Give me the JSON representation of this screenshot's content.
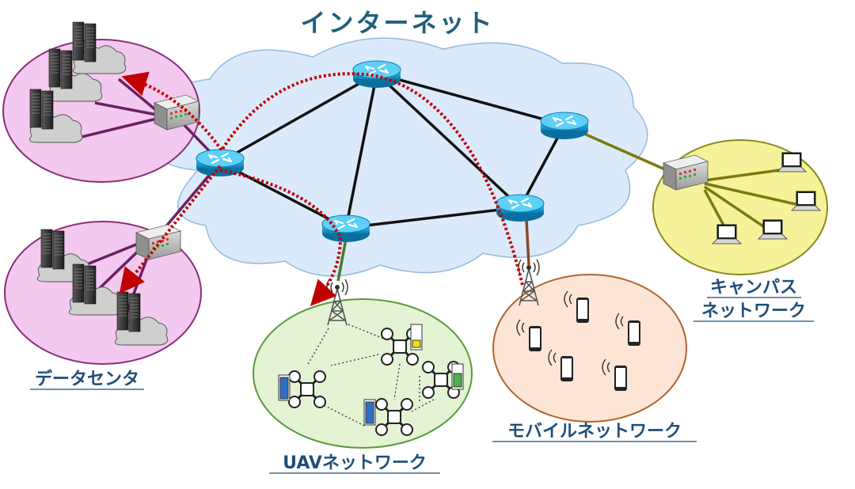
{
  "title": "インターネット",
  "labels": {
    "datacenter": "データセンタ",
    "uav": "UAVネットワーク",
    "mobile": "モバイルネットワーク",
    "campus_line1": "キャンパス",
    "campus_line2": "ネットワーク"
  },
  "colors": {
    "title": "#1f5f7a",
    "label": "#1f4e79",
    "cloud_fill": "#dbeafa",
    "cloud_stroke": "#93b9e0",
    "router": "#1aa3d9",
    "dc_fill": "#f4c9ef",
    "dc_stroke": "#8a2e7e",
    "campus_fill": "#f5f29a",
    "campus_stroke": "#8a8a1e",
    "uav_fill": "#e3f3d4",
    "uav_stroke": "#5a9a3a",
    "mobile_fill": "#fde5d6",
    "mobile_stroke": "#b0642e",
    "flow": "#c00000"
  }
}
